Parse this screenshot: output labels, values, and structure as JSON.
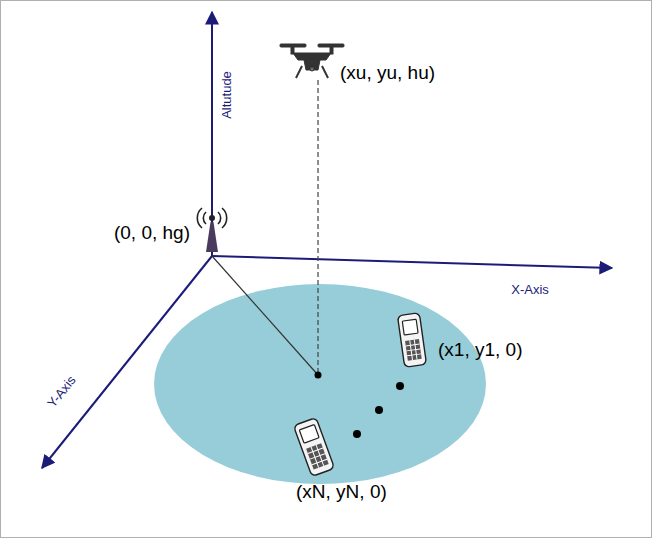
{
  "diagram": {
    "labels": [
      "Altutude",
      "X-Axis",
      "Y-Axis",
      "(0, 0, hg)",
      "(xu, yu, hu)",
      "(x1, y1, 0)",
      "(xN, yN, 0)"
    ]
  }
}
